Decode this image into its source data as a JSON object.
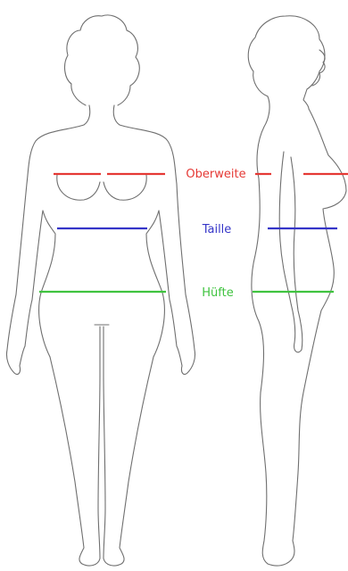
{
  "measurements": [
    {
      "key": "bust",
      "label": "Oberweite",
      "color": "#e53935"
    },
    {
      "key": "waist",
      "label": "Taille",
      "color": "#3535c8"
    },
    {
      "key": "hip",
      "label": "Hüfte",
      "color": "#3fc33f"
    }
  ]
}
